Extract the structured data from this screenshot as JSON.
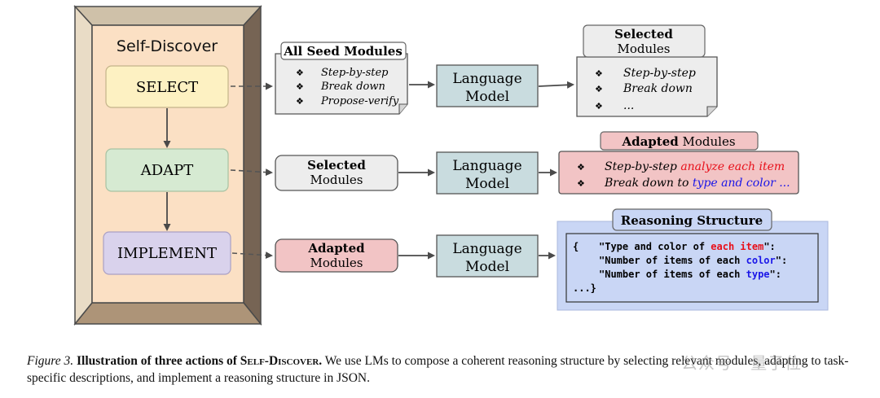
{
  "frame_title": "Self-Discover",
  "actions": {
    "select": "SELECT",
    "adapt": "ADAPT",
    "implement": "IMPLEMENT"
  },
  "row1": {
    "seed_title": "All Seed Modules",
    "seed_items": [
      "Step-by-step",
      "Break down",
      "Propose-verify"
    ],
    "lm_line1": "Language",
    "lm_line2": "Model",
    "out_title_line1": "Selected",
    "out_title_line2": "Modules",
    "out_items": [
      "Step-by-step",
      "Break down",
      "..."
    ]
  },
  "row2": {
    "in_line1": "Selected",
    "in_line2": "Modules",
    "lm_line1": "Language",
    "lm_line2": "Model",
    "out_title_bold": "Adapted",
    "out_title_rest": "Modules",
    "out_item1_plain": "Step-by-step",
    "out_item1_hl": "analyze each item",
    "out_item2_plain": "Break down to",
    "out_item2_hl": "type and color ..."
  },
  "row3": {
    "in_line1": "Adapted",
    "in_line2": "Modules",
    "lm_line1": "Language",
    "lm_line2": "Model",
    "out_title": "Reasoning Structure",
    "code_open": "{",
    "code_l1_a": "\"Type and color of ",
    "code_l1_hl": "each item",
    "code_l1_b": "\":",
    "code_l2_a": "\"Number of items of each ",
    "code_l2_hl": "color",
    "code_l2_b": "\":",
    "code_l3_a": "\"Number of items of each ",
    "code_l3_hl": "type",
    "code_l3_b": "\":",
    "code_close": "...}"
  },
  "bullet": "❖",
  "caption": {
    "fig_label": "Figure 3.",
    "bold_text": "Illustration of three actions of",
    "method": "Self-Discover",
    "period": ".",
    "rest": "We use LMs to compose a coherent reasoning structure by selecting relevant modules, adapting to task-specific descriptions, and implement a reasoning structure in JSON."
  },
  "watermark": "公众号 · 量子位",
  "colors": {
    "select_fill": "#fdf1c2",
    "adapt_fill": "#d6ead2",
    "implement_fill": "#d9d2ec",
    "lm_fill": "#c9dcdf",
    "adapted_fill": "#f2c4c5",
    "reasoning_fill": "#c9d6f5",
    "frame_inner": "#fbe0c4",
    "red_highlight": "#e8101a",
    "blue_highlight": "#1a16e8"
  }
}
